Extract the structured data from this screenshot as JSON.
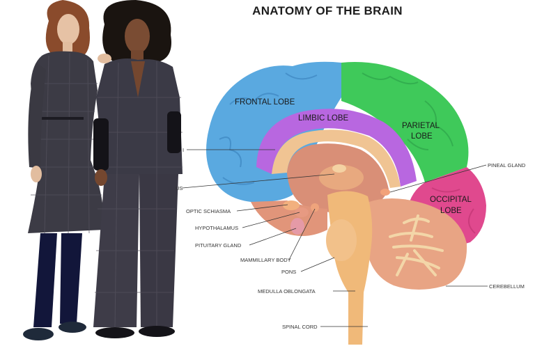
{
  "title": "ANATOMY OF THE BRAIN",
  "lobes": {
    "frontal": "FRONTAL LOBE",
    "limbic": "LIMBIC LOBE",
    "parietal_1": "PARIETAL",
    "parietal_2": "LOBE",
    "occipital_1": "OCCIPITAL",
    "occipital_2": "LOBE"
  },
  "labels_left_truncated": {
    "upper": "I",
    "middle": "US"
  },
  "labels": {
    "optic_schiasma": "OPTIC SCHIASMA",
    "hypothalamus": "HYPOTHALAMUS",
    "pituitary_gland": "PITUITARY GLAND",
    "mammillary_body": "MAMMILLARY BODY",
    "pons": "PONS",
    "medulla_oblongata": "MEDULLA OBLONGATA",
    "spinal_cord": "SPINAL CORD",
    "pineal_gland": "PINEAL GLAND",
    "cerebellum": "CEREBELLUM"
  },
  "colors": {
    "frontal": "#5aa9e0",
    "limbic": "#b867e0",
    "parietal": "#3fc95a",
    "occipital": "#e0498e",
    "brainstem": "#f0b979",
    "cerebellum": "#e8a484",
    "interior": "#d98f77"
  }
}
